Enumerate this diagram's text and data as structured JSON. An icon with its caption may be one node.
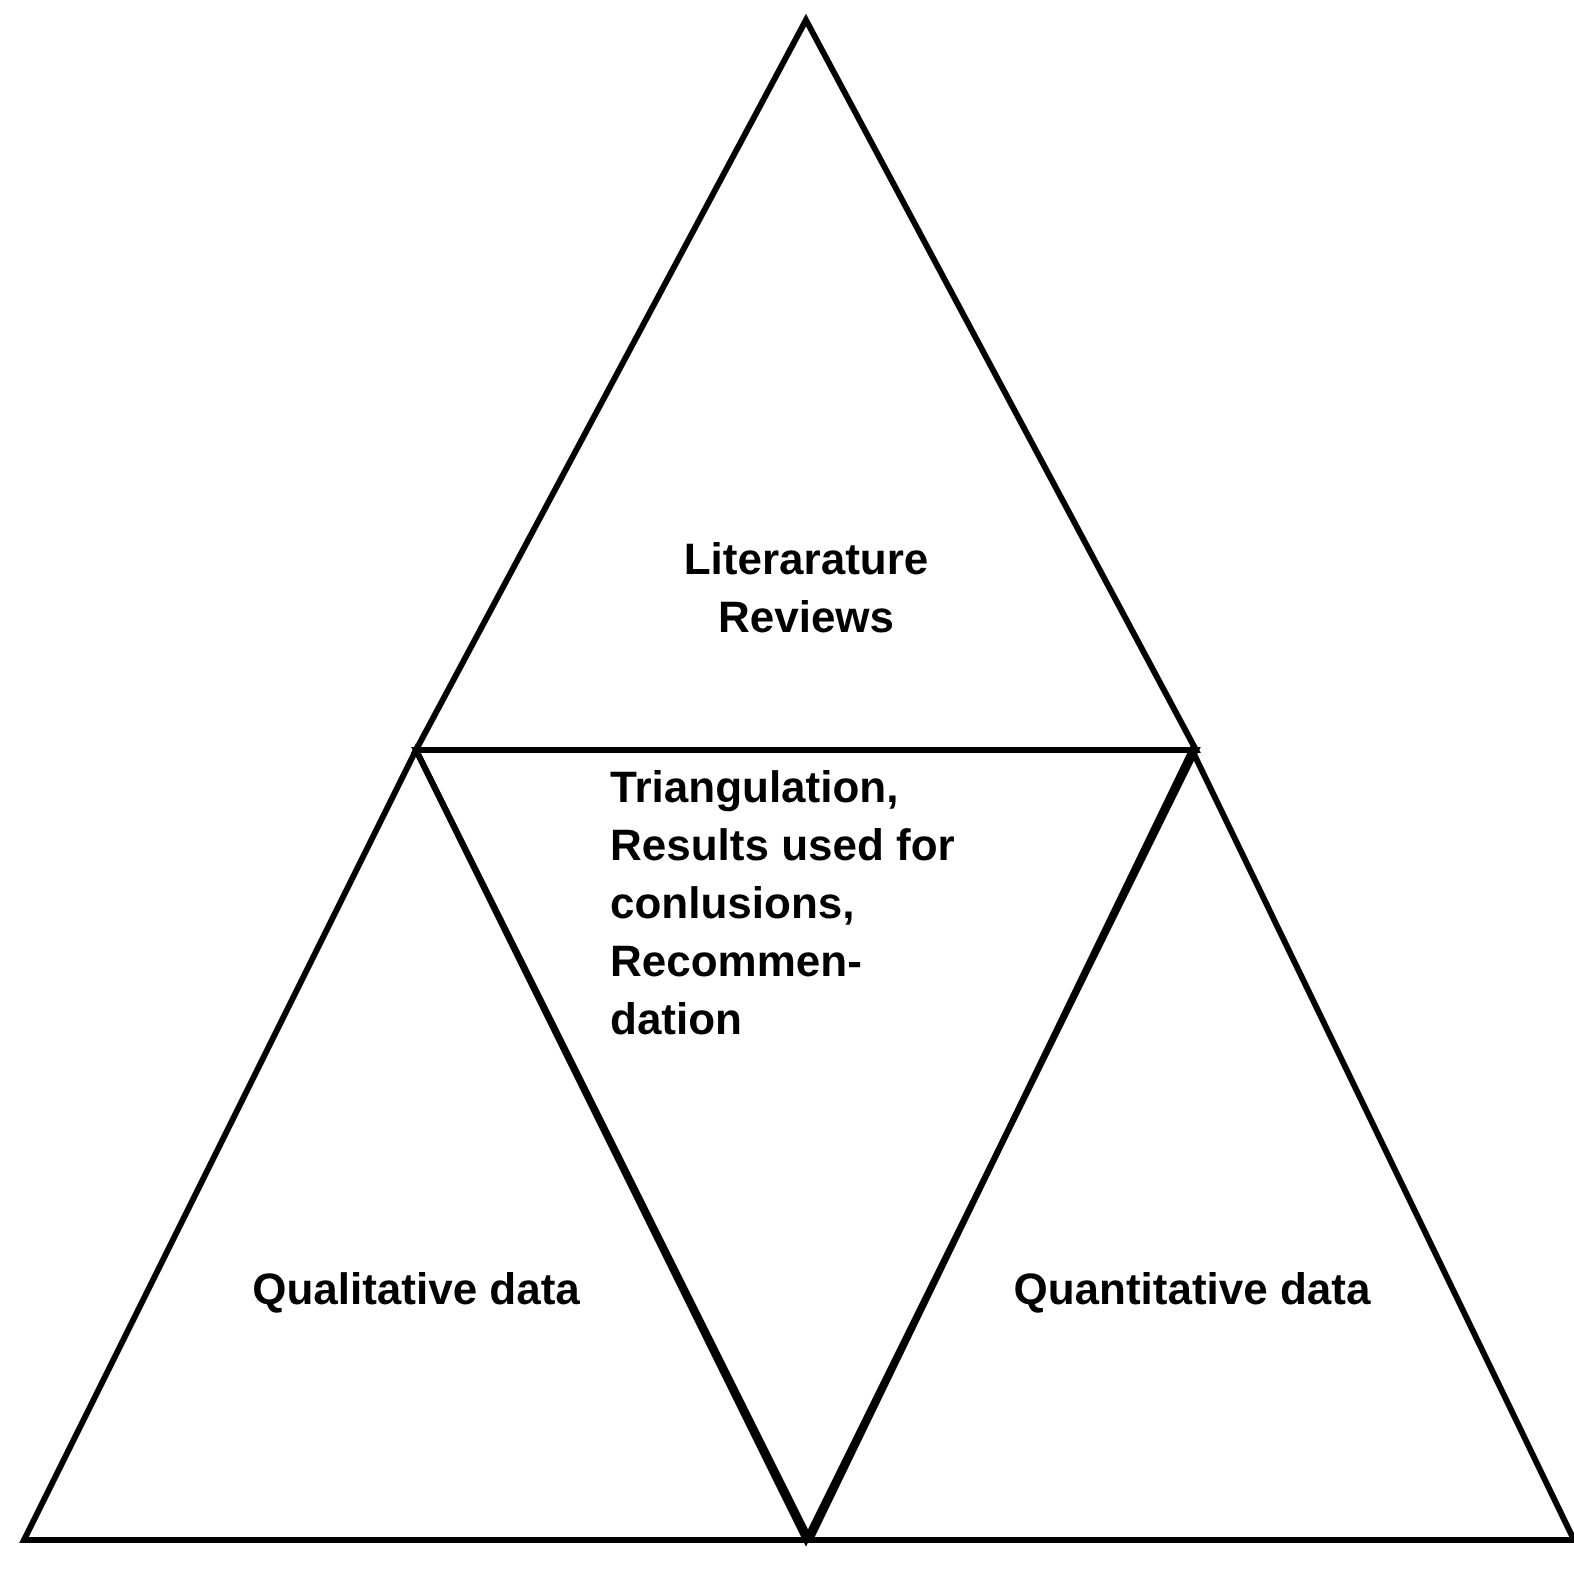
{
  "diagram": {
    "nodes": [
      {
        "text": [
          "Literarature Reviews"
        ]
      },
      {
        "text": [
          "Triangulation, Results used for conlusions, Recommen- dation"
        ]
      },
      {
        "text": [
          "Qualitative data"
        ]
      },
      {
        "text": [
          "Quantitative data"
        ]
      }
    ]
  }
}
